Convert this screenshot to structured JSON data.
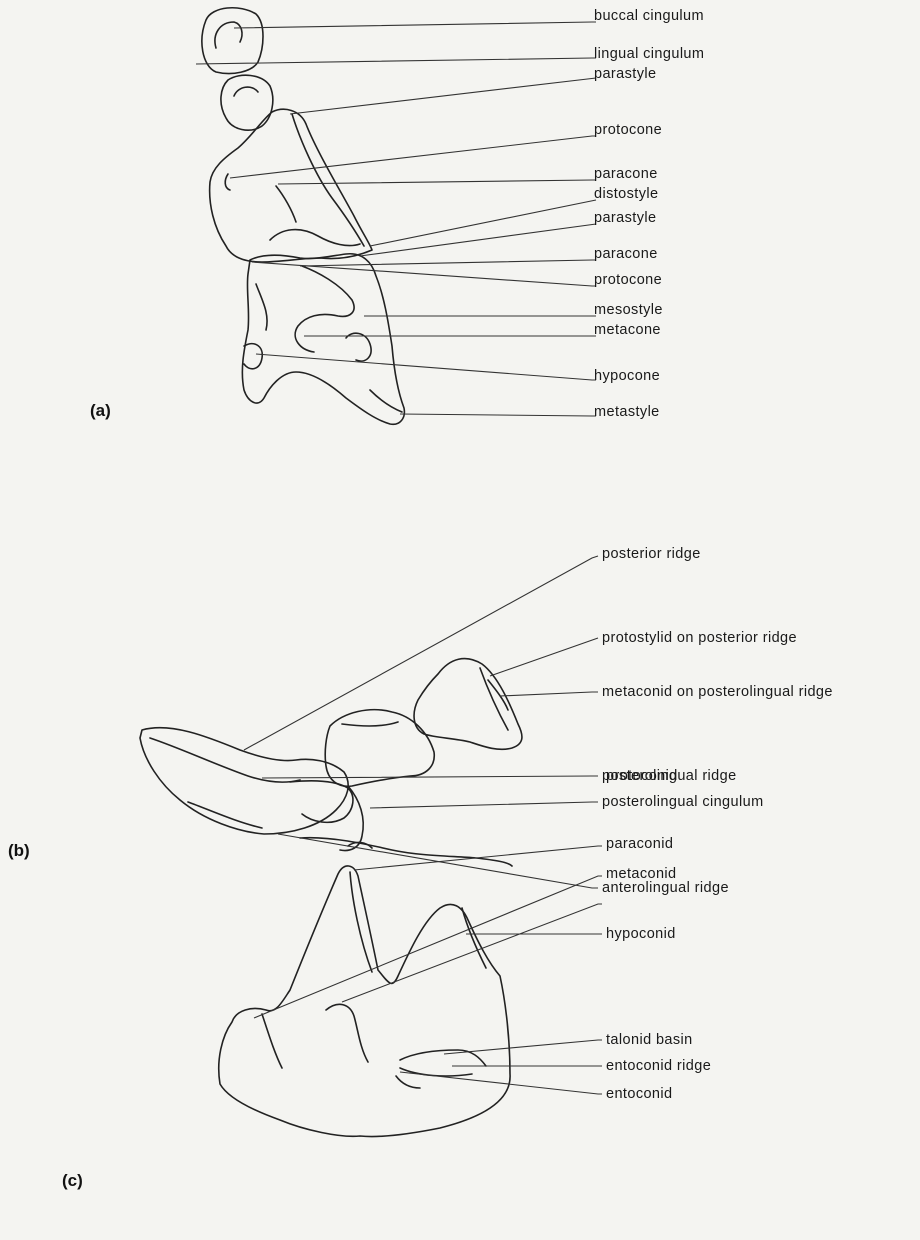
{
  "panels": {
    "a": "(a)",
    "b": "(b)",
    "c": "(c)"
  },
  "labels": {
    "a": [
      "buccal cingulum",
      "lingual cingulum",
      "parastyle",
      "protocone",
      "paracone",
      "distostyle",
      "parastyle",
      "paracone",
      "protocone",
      "mesostyle",
      "metacone",
      "hypocone",
      "metastyle"
    ],
    "b": [
      "posterior ridge",
      "protostylid on posterior ridge",
      "metaconid on posterolingual ridge",
      "posterolingual ridge",
      "posterolingual cingulum",
      "anterolingual ridge"
    ],
    "c": [
      "protoconid",
      "paraconid",
      "metaconid",
      "hypoconid",
      "talonid basin",
      "entoconid ridge",
      "entoconid"
    ]
  }
}
